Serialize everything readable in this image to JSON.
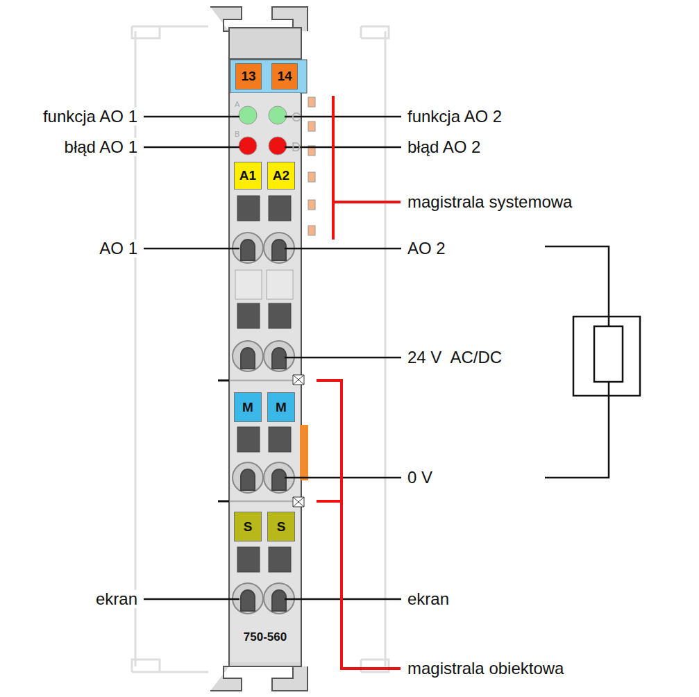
{
  "diagram": {
    "nodes": [
      {
        "text": [
          "750-560"
        ]
      },
      {
        "text": [
          "13"
        ],
        "in": 0
      },
      {
        "text": [
          "14"
        ],
        "in": 0
      },
      {
        "text": [
          "A1"
        ],
        "in": 0
      },
      {
        "text": [
          "A2"
        ],
        "in": 0
      },
      {
        "text": [
          "M"
        ],
        "in": 0
      },
      {
        "text": [
          "M"
        ],
        "in": 0
      },
      {
        "text": [
          "S"
        ],
        "in": 0
      },
      {
        "text": [
          "S"
        ],
        "in": 0
      }
    ],
    "labels": [
      "funkcja AO 1",
      "błąd AO 1",
      "AO 1",
      "ekran",
      "funkcja AO 2",
      "błąd AO 2",
      "magistrala systemowa",
      "AO 2",
      "24 V  AC/DC",
      "0 V",
      "ekran",
      "magistrala obiektowa",
      "A",
      "B",
      "C",
      "D"
    ]
  }
}
